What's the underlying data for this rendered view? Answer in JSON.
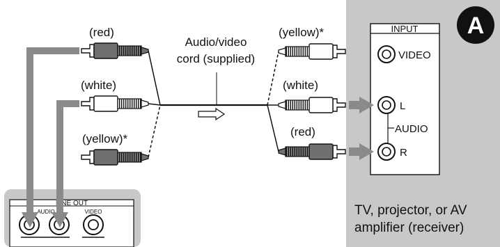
{
  "badge": "A",
  "cord_labels": {
    "left_red": "(red)",
    "left_white": "(white)",
    "left_yellow": "(yellow)*",
    "right_yellow": "(yellow)*",
    "right_white": "(white)",
    "right_red": "(red)"
  },
  "cord_caption_line1": "Audio/video",
  "cord_caption_line2": "cord (supplied)",
  "input_panel": {
    "title": "INPUT",
    "video": "VIDEO",
    "left": "L",
    "audio": "AUDIO",
    "right": "R"
  },
  "device_panel": {
    "title": "LINE OUT",
    "audio": "AUDIO",
    "video": "VIDEO"
  },
  "caption_line1": "TV, projector, or AV",
  "caption_line2": "amplifier (receiver)",
  "colors": {
    "gray_panel": "#c8c8c8",
    "arrow_gray": "#8a8a8a",
    "plug_dark": "#6f6f6f",
    "plug_light": "#ffffff"
  }
}
